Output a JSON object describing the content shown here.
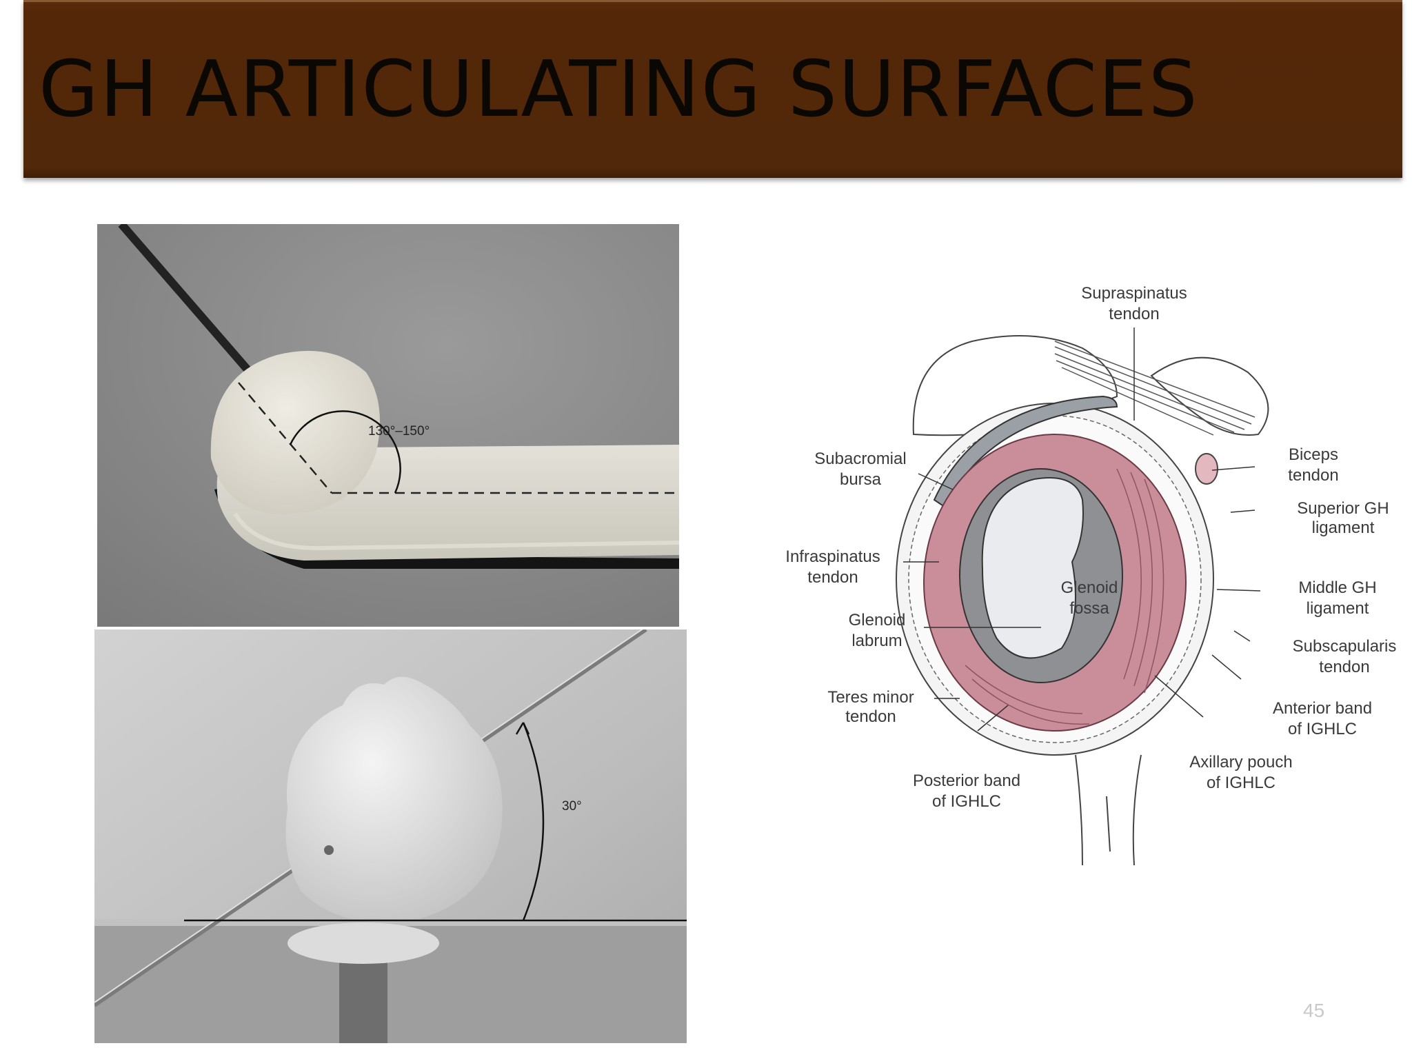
{
  "slide": {
    "title": "GH ARTICULATING SURFACES",
    "page_number": "45"
  },
  "photo_top": {
    "angle_label": "130°–150°"
  },
  "photo_bottom": {
    "angle_label": "30°"
  },
  "diagram": {
    "labels": {
      "supraspinatus": [
        "Supraspinatus",
        "tendon"
      ],
      "subacromial": [
        "Subacromial",
        "bursa"
      ],
      "biceps": [
        "Biceps",
        "tendon"
      ],
      "superior_gh": [
        "Superior GH",
        "ligament"
      ],
      "infraspinatus": [
        "Infraspinatus",
        "tendon"
      ],
      "glenoid_fossa": [
        "Glenoid",
        "fossa"
      ],
      "middle_gh": [
        "Middle GH",
        "ligament"
      ],
      "glenoid_labrum": [
        "Glenoid",
        "labrum"
      ],
      "subscapularis": [
        "Subscapularis",
        "tendon"
      ],
      "teres_minor": [
        "Teres minor",
        "tendon"
      ],
      "anterior_band": [
        "Anterior band",
        "of IGHLC"
      ],
      "axillary_pouch": [
        "Axillary pouch",
        "of IGHLC"
      ],
      "posterior_band": [
        "Posterior band",
        "of IGHLC"
      ]
    }
  },
  "colors": {
    "title_bar": "#52280a",
    "title_text": "#0b0804",
    "capsule_pink": "#c98e99",
    "labrum_gray": "#8e9093"
  }
}
